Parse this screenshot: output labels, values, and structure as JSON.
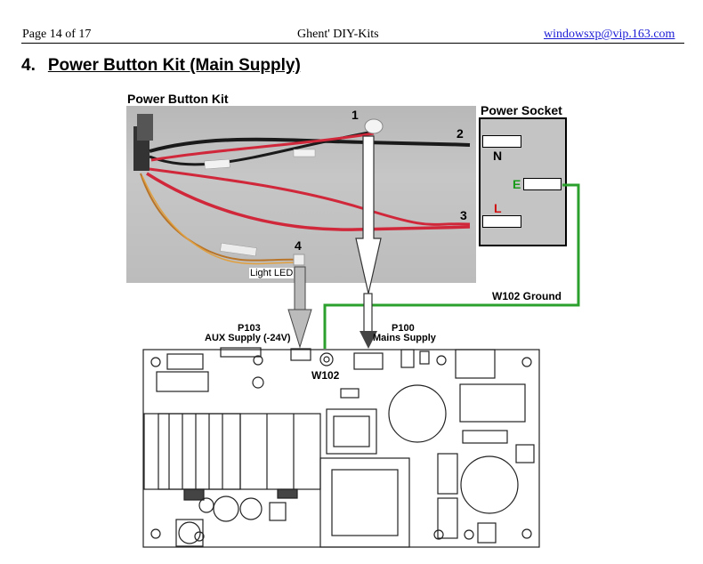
{
  "header": {
    "page": "Page 14 of 17",
    "title": "Ghent' DIY-Kits",
    "email": "windowsxp@vip.163.com"
  },
  "section": {
    "number": "4.",
    "title": "Power Button Kit (Main Supply)"
  },
  "diagram": {
    "kit_label": "Power Button Kit",
    "socket_label": "Power Socket",
    "callouts": [
      "1",
      "2",
      "3",
      "4"
    ],
    "light_led": "Light LED",
    "terminal_n": "N",
    "terminal_e": "E",
    "terminal_l": "L",
    "ground_label": "W102 Ground",
    "p103_id": "P103",
    "p103_name": "AUX Supply (-24V)",
    "p100_id": "P100",
    "p100_name": "Mains Supply",
    "w102": "W102",
    "colors": {
      "ground_wire": "#2ca02c",
      "e_label": "#1a9a1a",
      "l_label": "#d01010",
      "red_wire": "#d0283a",
      "black_wire": "#1a1a1a"
    }
  }
}
